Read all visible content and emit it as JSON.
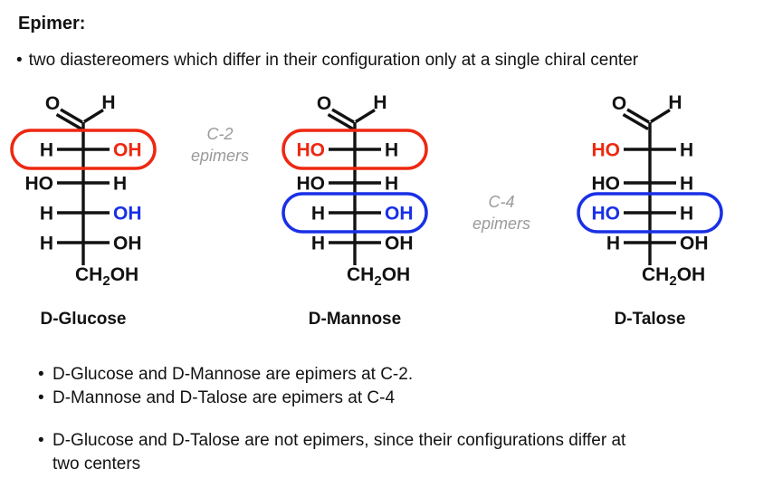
{
  "header": {
    "title": "Epimer:",
    "bullet_char": "•",
    "definition": "two diastereomers which differ in their configuration only at a single chiral center"
  },
  "colors": {
    "black": "#121212",
    "red": "#ee2811",
    "blue": "#1930e6",
    "gray_annotation": "#9a9a9a",
    "background": "#ffffff"
  },
  "molecules": [
    {
      "name": "D-Glucose",
      "aldehyde": {
        "o": "O",
        "h": "H"
      },
      "tail": {
        "pre": "CH",
        "sub": "2",
        "post": "OH"
      },
      "rows": [
        {
          "left": "H",
          "right": "OH",
          "left_color": "black",
          "right_color": "red",
          "box": "red"
        },
        {
          "left": "HO",
          "right": "H",
          "left_color": "black",
          "right_color": "black",
          "box": null
        },
        {
          "left": "H",
          "right": "OH",
          "left_color": "black",
          "right_color": "blue",
          "box": null
        },
        {
          "left": "H",
          "right": "OH",
          "left_color": "black",
          "right_color": "black",
          "box": null
        }
      ]
    },
    {
      "name": "D-Mannose",
      "aldehyde": {
        "o": "O",
        "h": "H"
      },
      "tail": {
        "pre": "CH",
        "sub": "2",
        "post": "OH"
      },
      "rows": [
        {
          "left": "HO",
          "right": "H",
          "left_color": "red",
          "right_color": "black",
          "box": "red"
        },
        {
          "left": "HO",
          "right": "H",
          "left_color": "black",
          "right_color": "black",
          "box": null
        },
        {
          "left": "H",
          "right": "OH",
          "left_color": "black",
          "right_color": "blue",
          "box": "blue"
        },
        {
          "left": "H",
          "right": "OH",
          "left_color": "black",
          "right_color": "black",
          "box": null
        }
      ]
    },
    {
      "name": "D-Talose",
      "aldehyde": {
        "o": "O",
        "h": "H"
      },
      "tail": {
        "pre": "CH",
        "sub": "2",
        "post": "OH"
      },
      "rows": [
        {
          "left": "HO",
          "right": "H",
          "left_color": "red",
          "right_color": "black",
          "box": null
        },
        {
          "left": "HO",
          "right": "H",
          "left_color": "black",
          "right_color": "black",
          "box": null
        },
        {
          "left": "HO",
          "right": "H",
          "left_color": "blue",
          "right_color": "black",
          "box": "blue"
        },
        {
          "left": "H",
          "right": "OH",
          "left_color": "black",
          "right_color": "black",
          "box": null
        }
      ]
    }
  ],
  "annotations": [
    {
      "line1": "C-2",
      "line2": "epimers"
    },
    {
      "line1": "C-4",
      "line2": "epimers"
    }
  ],
  "conclusions": [
    {
      "lines": [
        "D-Glucose and D-Mannose are epimers at C-2."
      ]
    },
    {
      "lines": [
        "D-Mannose and D-Talose are epimers at C-4"
      ]
    },
    {
      "lines": [
        "D-Glucose and D-Talose are not epimers, since their configurations differ at",
        "two centers"
      ]
    }
  ]
}
